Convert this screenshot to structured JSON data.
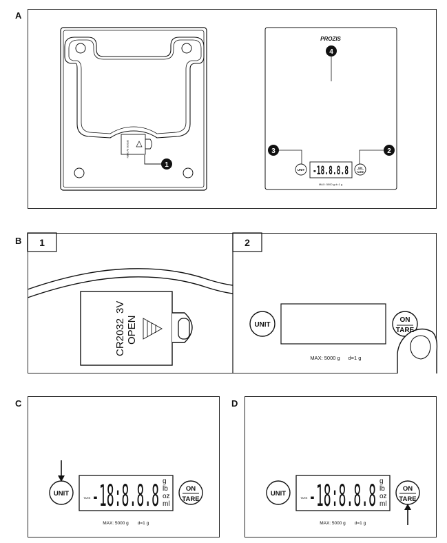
{
  "sections": {
    "a": {
      "label": "A"
    },
    "b": {
      "label": "B",
      "panel1": "1",
      "panel2": "2"
    },
    "c": {
      "label": "C"
    },
    "d": {
      "label": "D"
    }
  },
  "figure_a": {
    "brand": "PROZIS",
    "callouts": [
      "1",
      "2",
      "3",
      "4"
    ],
    "battery_text": "CR2032 3V OPEN",
    "unit_button": "UNIT",
    "on_label": "ON",
    "tare_label": "TARE",
    "display_digits": "-18.8.8.8",
    "max_text": "MAX: 5000 g   d=1 g"
  },
  "figure_b": {
    "battery_model": "CR2032",
    "battery_voltage": "3V",
    "battery_open": "OPEN",
    "unit_button": "UNIT",
    "on_label": "ON",
    "tare_label": "TARE",
    "max_text": "MAX: 5000 g",
    "resolution_text": "d=1 g"
  },
  "figure_c": {
    "display_digits": "-18:8.8.8",
    "tare_small": "TARE",
    "units": [
      "g",
      "lb",
      "oz",
      "ml"
    ],
    "unit_button": "UNIT",
    "on_label": "ON",
    "tare_label": "TARE",
    "max_text": "MAX: 5000 g",
    "resolution_text": "d=1 g"
  },
  "figure_d": {
    "display_digits": "-18:8.8.8",
    "tare_small": "TARE",
    "units": [
      "g",
      "lb",
      "oz",
      "ml"
    ],
    "unit_button": "UNIT",
    "on_label": "ON",
    "tare_label": "TARE",
    "max_text": "MAX: 5000 g",
    "resolution_text": "d=1 g"
  },
  "colors": {
    "line": "#111111",
    "callout_fill": "#111111",
    "background": "#ffffff"
  }
}
